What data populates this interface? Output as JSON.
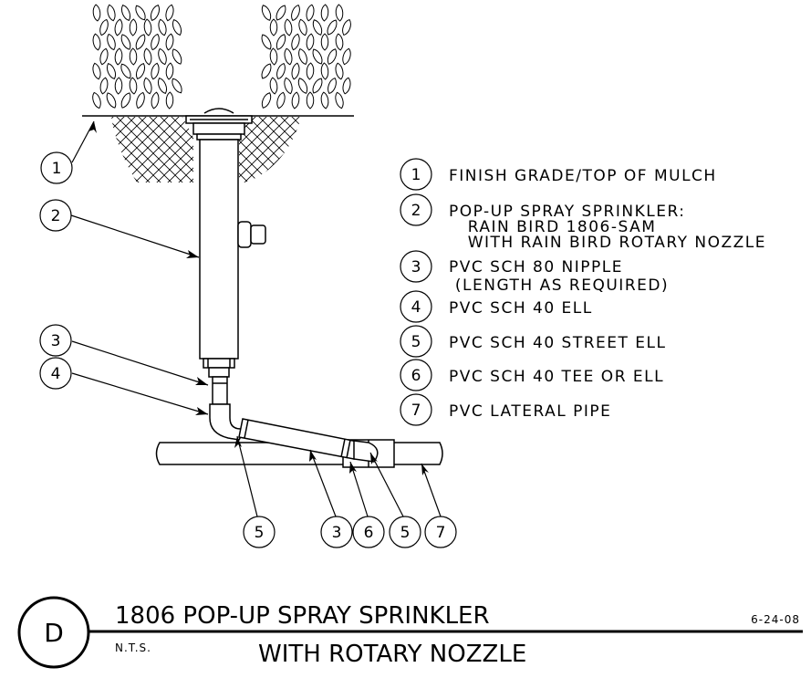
{
  "legend": [
    {
      "num": "1",
      "lines": [
        "FINISH GRADE/TOP OF MULCH"
      ]
    },
    {
      "num": "2",
      "lines": [
        "POP-UP SPRAY SPRINKLER:",
        "   RAIN BIRD 1806-SAM",
        "   WITH RAIN BIRD ROTARY NOZZLE"
      ]
    },
    {
      "num": "3",
      "lines": [
        "PVC SCH 80 NIPPLE",
        " (LENGTH AS REQUIRED)"
      ]
    },
    {
      "num": "4",
      "lines": [
        "PVC SCH 40 ELL"
      ]
    },
    {
      "num": "5",
      "lines": [
        "PVC SCH 40 STREET ELL"
      ]
    },
    {
      "num": "6",
      "lines": [
        "PVC SCH 40 TEE OR ELL"
      ]
    },
    {
      "num": "7",
      "lines": [
        "PVC LATERAL PIPE"
      ]
    }
  ],
  "callouts": {
    "left": [
      "1",
      "2",
      "3",
      "4"
    ],
    "bottom": [
      "5",
      "3",
      "6",
      "5",
      "7"
    ]
  },
  "title_block": {
    "detail_letter": "D",
    "title_line1": "1806 POP-UP SPRAY SPRINKLER",
    "title_line2": "WITH ROTARY NOZZLE",
    "scale": "N.T.S.",
    "date": "6-24-08"
  }
}
